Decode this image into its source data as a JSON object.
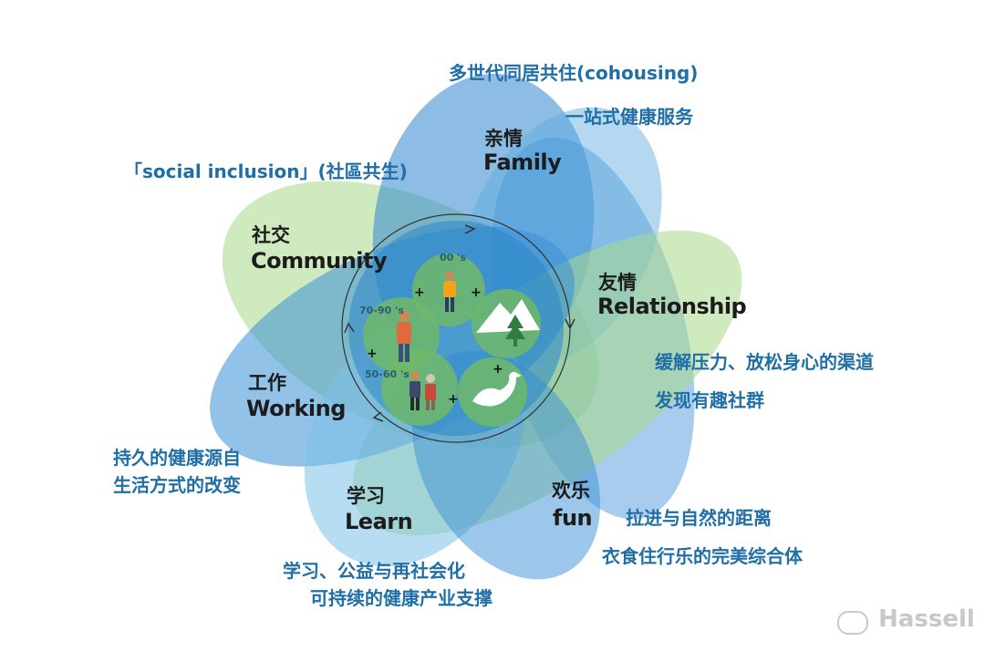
{
  "petals": [
    {
      "name": "family",
      "cn": "亲情",
      "en": "Family"
    },
    {
      "name": "relationship",
      "cn": "友情",
      "en": "Relationship"
    },
    {
      "name": "fun",
      "cn": "欢乐",
      "en": "fun"
    },
    {
      "name": "learn",
      "cn": "学习",
      "en": "Learn"
    },
    {
      "name": "working",
      "cn": "工作",
      "en": "Working"
    },
    {
      "name": "community",
      "cn": "社交",
      "en": "Community"
    }
  ],
  "annotations": {
    "cohousing": "多世代同居共住(cohousing)",
    "one_stop_health": "一站式健康服务",
    "social_inclusion": "「social inclusion」(社區共生)",
    "stress_relief": "缓解压力、放松身心的渠道",
    "interest_groups": "发现有趣社群",
    "lasting_health_line1": "持久的健康源自",
    "lasting_health_line2": "生活方式的改变",
    "nature_distance": "拉进与自然的距离",
    "living_complex": "衣食住行乐的完美综合体",
    "learning_line1": "学习、公益与再社会化",
    "learning_line2": "可持续的健康产业支撑"
  },
  "center": {
    "era_00s": "00 's",
    "era_70_90s": "70-90 's",
    "era_50_60s": "50-60 's",
    "plus": "+"
  },
  "watermark": "Hassell",
  "colors": {
    "label_blue": "#1f6fa6",
    "petal_green": "#a9d98a",
    "petal_blue": "#3b8fd6",
    "petal_light_blue": "#7cc1e8",
    "center_green": "#6fb868"
  }
}
